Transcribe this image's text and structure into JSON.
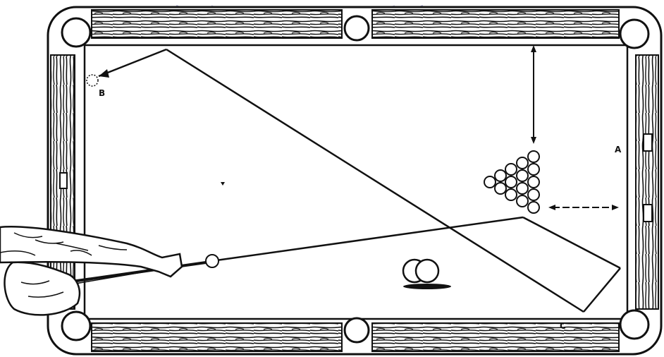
{
  "diagram": {
    "labels": {
      "pos_a": "A",
      "pos_b": "B",
      "pos_c": "C"
    },
    "elements": {
      "table": "pool-table",
      "rack": "racked-balls",
      "cue_ball": "cue-ball",
      "shot_path": "bank-shot-path",
      "spot": "center-spot",
      "ball_pair": "two-balls"
    },
    "colors": {
      "ink": "#111111",
      "paper": "#ffffff"
    }
  }
}
